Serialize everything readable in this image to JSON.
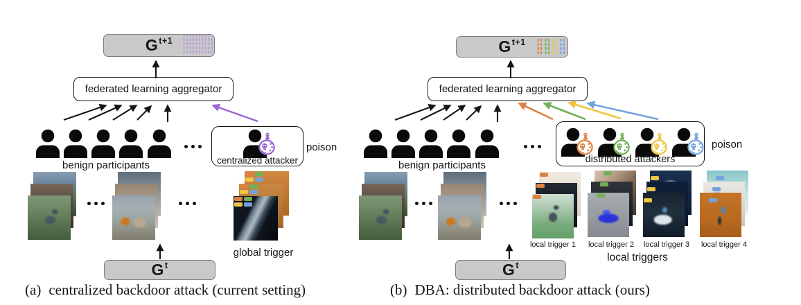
{
  "colors": {
    "box_fill": "#c9c9c9",
    "box_border": "#7d7d7d",
    "purple": "#9a66d2",
    "stripe_purple": "#b7a0d6",
    "orange": "#dd8140",
    "green": "#72b055",
    "yellow": "#eec544",
    "blue": "#74a3dc",
    "black": "#161616"
  },
  "shared": {
    "g_base": "G",
    "g_next_sup": "t+1",
    "g_prev_sup": "t",
    "aggregator_label": "federated learning aggregator",
    "benign_label": "benign participants",
    "poison_label": "poison",
    "ellipsis": "..."
  },
  "panel_a": {
    "caption_prefix": "(a)",
    "caption_text": "centralized backdoor attack (current setting)",
    "attacker_label": "centralized attacker",
    "trigger_label": "global trigger"
  },
  "panel_b": {
    "caption_prefix": "(b)",
    "caption_text": "DBA: distributed backdoor attack (ours)",
    "attacker_label": "distributed attackers",
    "trigger_labels": [
      "local trigger 1",
      "local trigger 2",
      "local trigger 3",
      "local trigger 4"
    ],
    "triggers_group_label": "local triggers"
  }
}
